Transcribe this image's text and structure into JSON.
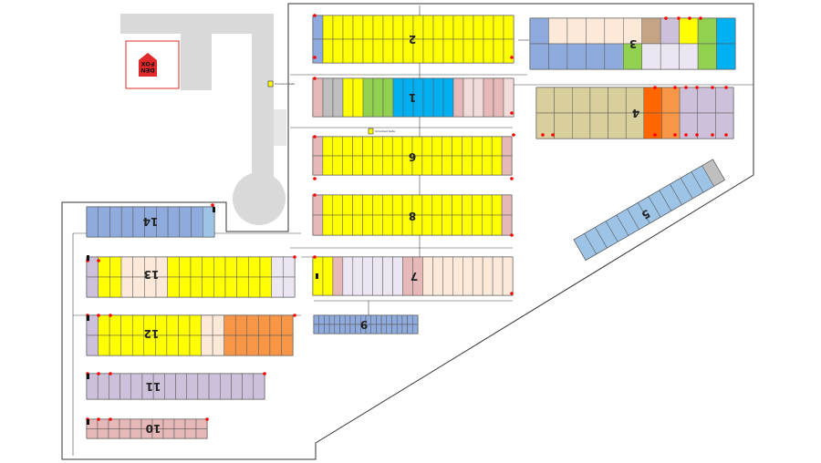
{
  "logo": {
    "line1": "FOX",
    "line2": "DEN",
    "color": "#e02828"
  },
  "legend": {
    "label": "Unlocked Gate"
  },
  "colors": {
    "yellow": "#ffff00",
    "blue": "#8faadc",
    "cyan": "#00b0f0",
    "lightblue": "#9dc3e6",
    "pink": "#e6b8b7",
    "peach": "#fde9d9",
    "lavender": "#ccc0da",
    "khaki": "#d9cf9c",
    "orange": "#f79646",
    "darkorange": "#ff6600",
    "green": "#92d050",
    "gray": "#bfbfbf",
    "tan": "#c4a484",
    "light": "#f2dcdb",
    "pale": "#ece6f2",
    "wall": "#333333",
    "road": "#d9d9d9",
    "marker": "#ff0000"
  },
  "buildings": [
    {
      "id": "b2",
      "label": "2",
      "color": "yellow"
    },
    {
      "id": "b1",
      "label": "1",
      "color": "cyan"
    },
    {
      "id": "b3",
      "label": "3",
      "color": "green"
    },
    {
      "id": "b4",
      "label": "4",
      "color": "khaki"
    },
    {
      "id": "b5",
      "label": "5",
      "color": "lightblue"
    },
    {
      "id": "b6",
      "label": "6",
      "color": "yellow"
    },
    {
      "id": "b7",
      "label": "7",
      "color": "peach"
    },
    {
      "id": "b8",
      "label": "8",
      "color": "yellow"
    },
    {
      "id": "b9",
      "label": "9",
      "color": "blue"
    },
    {
      "id": "b10",
      "label": "10",
      "color": "pink"
    },
    {
      "id": "b11",
      "label": "11",
      "color": "lavender"
    },
    {
      "id": "b12",
      "label": "12",
      "color": "yellow"
    },
    {
      "id": "b13",
      "label": "13",
      "color": "yellow"
    },
    {
      "id": "b14",
      "label": "14",
      "color": "blue"
    }
  ]
}
